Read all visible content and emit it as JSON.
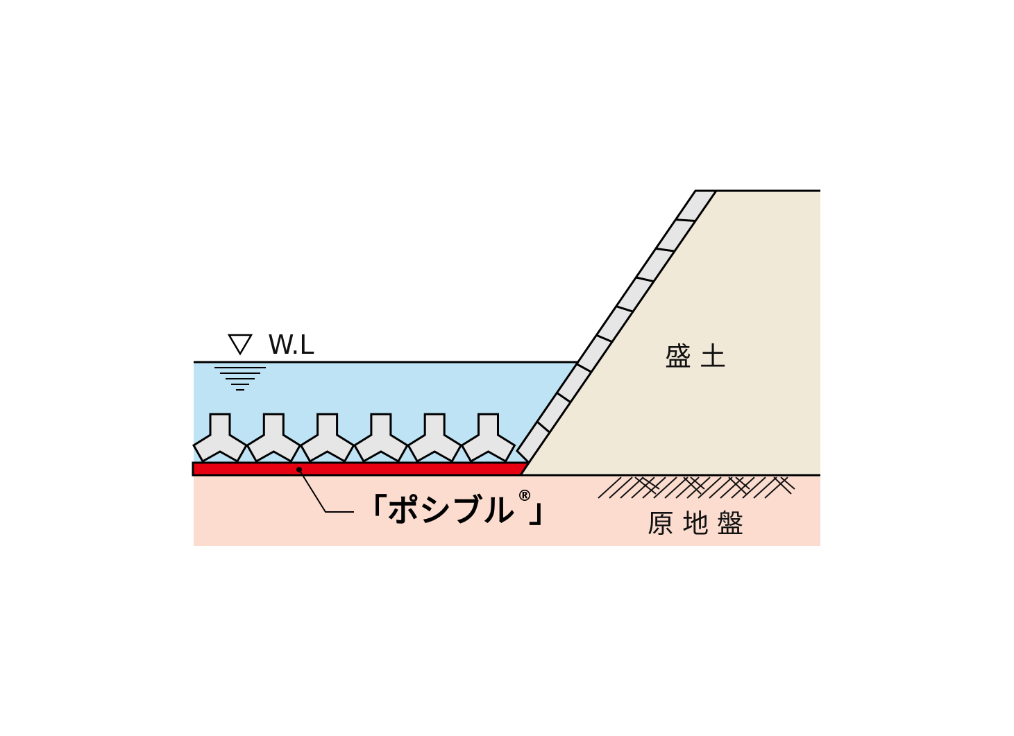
{
  "labels": {
    "water_level": "W.L",
    "embankment": "盛 土",
    "original_ground": "原 地 盤",
    "product": "「ポシブル",
    "product_reg": "®",
    "product_close": "」"
  },
  "colors": {
    "water": "#bde3f5",
    "embankment": "#f1e9d8",
    "ground": "#fbdccf",
    "mat": "#e60012",
    "blocks": "#e6e6e6"
  },
  "tetrapod_count": 6,
  "slope_block_count": 9
}
